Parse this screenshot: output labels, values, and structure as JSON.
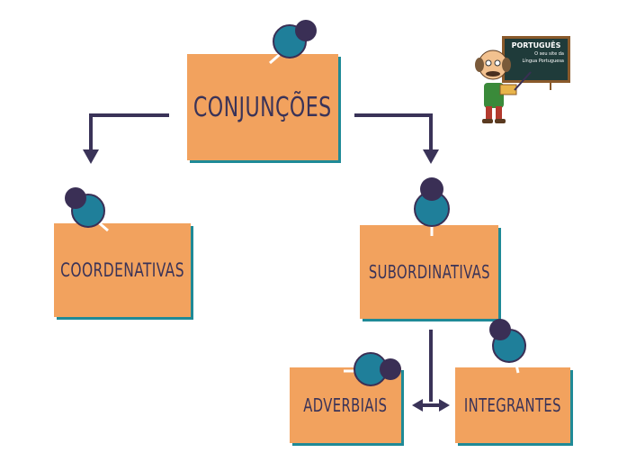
{
  "diagram": {
    "root": "CONJUNÇÕES",
    "left_branch": "COORDENATIVAS",
    "right_branch": "SUBORDINATIVAS",
    "sub_left": "ADVERBIAIS",
    "sub_right": "INTEGRANTES"
  },
  "logo": {
    "title": "PORTUGUÊS",
    "line1": "O seu site da",
    "line2": "Língua Portuguesa"
  },
  "colors": {
    "note": "#f2a25e",
    "note_shadow": "#1f8a97",
    "text": "#3a3358",
    "arrow": "#3a3358",
    "pin_head": "#1f7f9a",
    "pin_cap": "#3a2f55"
  }
}
